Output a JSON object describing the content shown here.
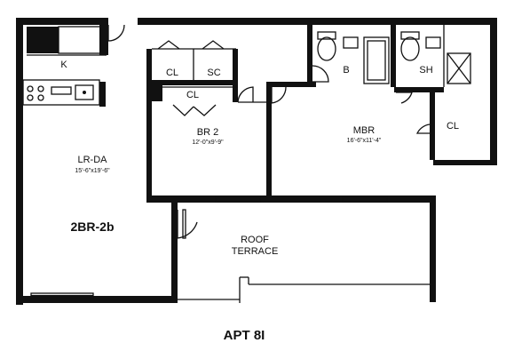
{
  "plan": {
    "title": "APT 8I",
    "unit_type": "2BR-2b",
    "rooms": {
      "kitchen": {
        "label": "K"
      },
      "living_dining": {
        "label": "LR-DA",
        "dimensions": "15'-6\"x19'-6\""
      },
      "bedroom_2": {
        "label": "BR 2",
        "dimensions": "12'-0\"x9'-9\""
      },
      "master_bedroom": {
        "label": "MBR",
        "dimensions": "16'-6\"x11'-4\""
      },
      "bath": {
        "label": "B"
      },
      "shower": {
        "label": "SH"
      },
      "closet_top_left": {
        "label": "CL"
      },
      "storage_closet": {
        "label": "SC"
      },
      "closet_br2": {
        "label": "CL"
      },
      "closet_mbr": {
        "label": "CL"
      },
      "roof_terrace": {
        "label_line1": "ROOF",
        "label_line2": "TERRACE"
      }
    }
  }
}
